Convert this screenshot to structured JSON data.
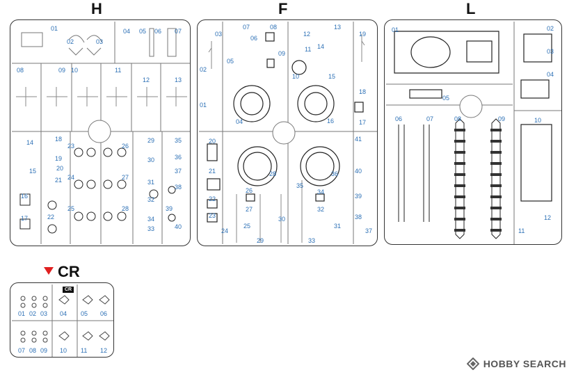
{
  "sprues": {
    "H": {
      "title": "H",
      "parts": [
        "01",
        "02",
        "03",
        "04",
        "05",
        "06",
        "07",
        "08",
        "09",
        "10",
        "11",
        "12",
        "13",
        "14",
        "15",
        "16",
        "17",
        "18",
        "19",
        "20",
        "21",
        "22",
        "23",
        "24",
        "25",
        "26",
        "27",
        "28",
        "29",
        "30",
        "31",
        "32",
        "33",
        "34",
        "35",
        "36",
        "37",
        "38",
        "39",
        "40"
      ]
    },
    "F": {
      "title": "F",
      "parts": [
        "01",
        "02",
        "03",
        "04",
        "05",
        "06",
        "07",
        "08",
        "09",
        "10",
        "11",
        "12",
        "13",
        "14",
        "15",
        "16",
        "17",
        "18",
        "19",
        "20",
        "21",
        "22",
        "23",
        "24",
        "25",
        "26",
        "27",
        "28",
        "29",
        "30",
        "31",
        "32",
        "33",
        "34",
        "35",
        "36",
        "37",
        "38",
        "39",
        "40",
        "41"
      ]
    },
    "L": {
      "title": "L",
      "parts": [
        "01",
        "02",
        "03",
        "04",
        "05",
        "06",
        "07",
        "08",
        "09",
        "10",
        "11",
        "12"
      ]
    },
    "CR": {
      "title": "CR",
      "badge": "CR",
      "parts": [
        "01",
        "02",
        "03",
        "04",
        "05",
        "06",
        "07",
        "08",
        "09",
        "10",
        "11",
        "12"
      ]
    }
  },
  "watermark": {
    "brand": "HOBBY SEARCH",
    "logo_icon": "hobbysearch-logo-icon"
  },
  "colors": {
    "part_number": "#2b6fb5",
    "marker": "#e02020"
  }
}
